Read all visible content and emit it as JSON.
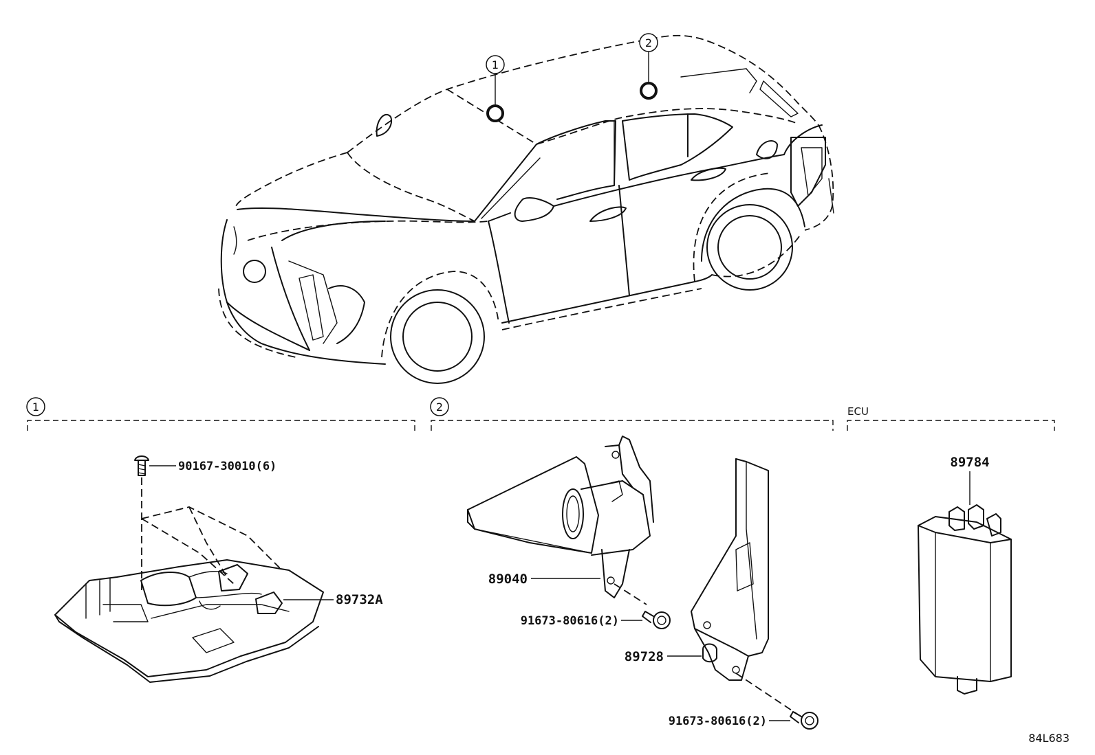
{
  "callouts": {
    "c1": "1",
    "c2": "2"
  },
  "sections": {
    "s1": {
      "marker": "1"
    },
    "s2": {
      "marker": "2"
    },
    "s3": {
      "label": "ECU"
    }
  },
  "parts": {
    "screw": "90167-30010(6)",
    "console": "89732A",
    "sensor": "89040",
    "bolt_a": "91673-80616(2)",
    "bracket": "89728",
    "bolt_b": "91673-80616(2)",
    "ecu": "89784"
  },
  "diagram_ref": "84L683"
}
